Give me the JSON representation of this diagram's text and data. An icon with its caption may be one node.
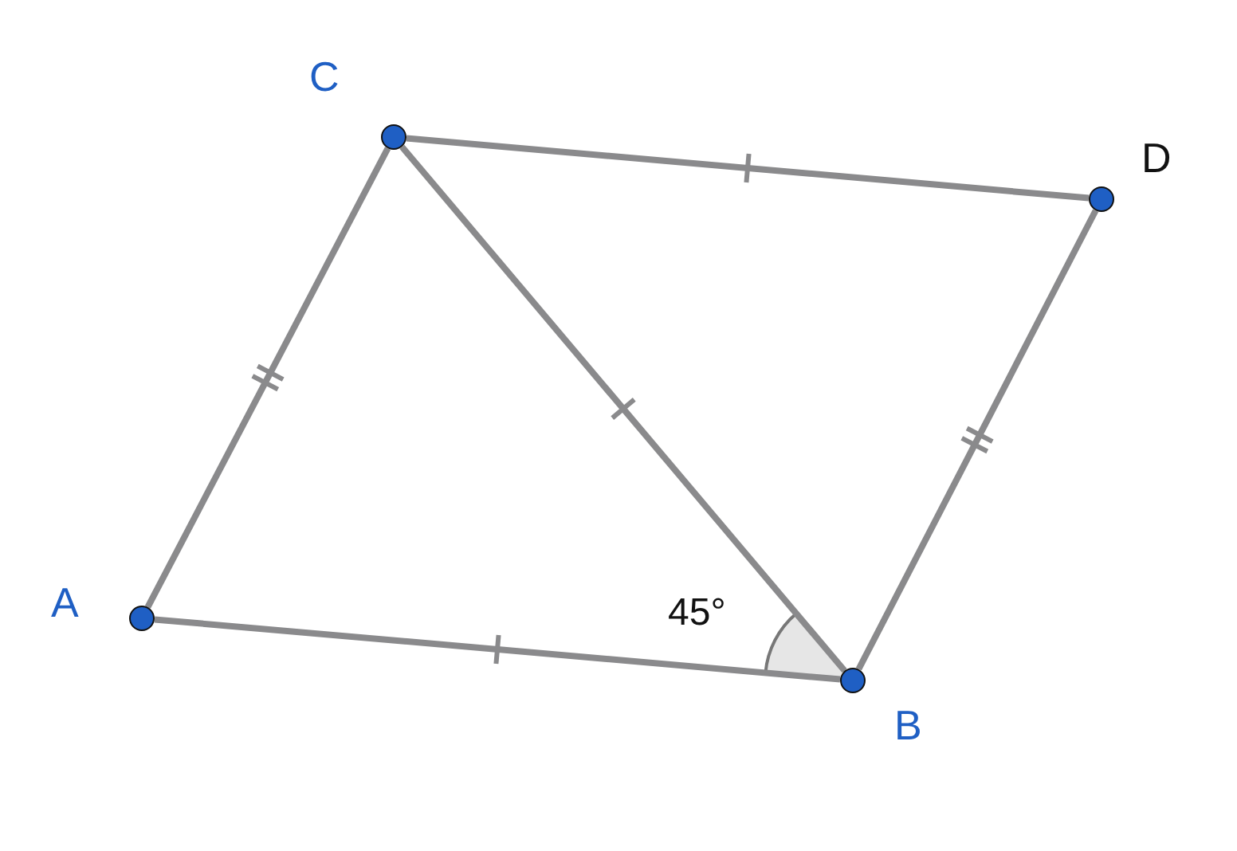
{
  "diagram": {
    "nodes": [
      {
        "text": [
          "A"
        ]
      },
      {
        "text": [
          "C"
        ]
      },
      {
        "text": [
          "D"
        ]
      },
      {
        "text": [
          "B"
        ]
      }
    ],
    "edges": [
      {
        "from": 0,
        "to": 1,
        "arrow": "none"
      },
      {
        "from": 1,
        "to": 2,
        "arrow": "none"
      },
      {
        "from": 2,
        "to": 3,
        "arrow": "none"
      },
      {
        "from": 3,
        "to": 0,
        "arrow": "none"
      },
      {
        "from": 1,
        "to": 3,
        "arrow": "none"
      }
    ],
    "labels": [
      "45°"
    ]
  }
}
